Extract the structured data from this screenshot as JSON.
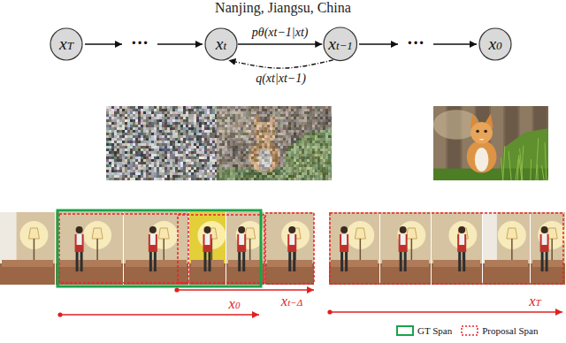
{
  "diagram": {
    "nodes": [
      {
        "text": [
          "xT"
        ]
      },
      {
        "text": [
          "xt"
        ]
      },
      {
        "text": [
          "xt−1"
        ]
      },
      {
        "text": [
          "x0"
        ]
      }
    ],
    "edges": [
      {
        "from": 1,
        "to": 2,
        "arrow": "to",
        "label": "pθ(xt−1|xt)"
      },
      {
        "from": 2,
        "to": 1,
        "arrow": "to",
        "label": "q(xt|xt−1)"
      }
    ],
    "labels": [
      "Nanjing, Jiangsu, China",
      "···",
      "···",
      "x0",
      "xt−Δ",
      "xT"
    ],
    "legend": [
      {
        "text": "GT Span"
      },
      {
        "text": "Proposal Span"
      }
    ]
  }
}
